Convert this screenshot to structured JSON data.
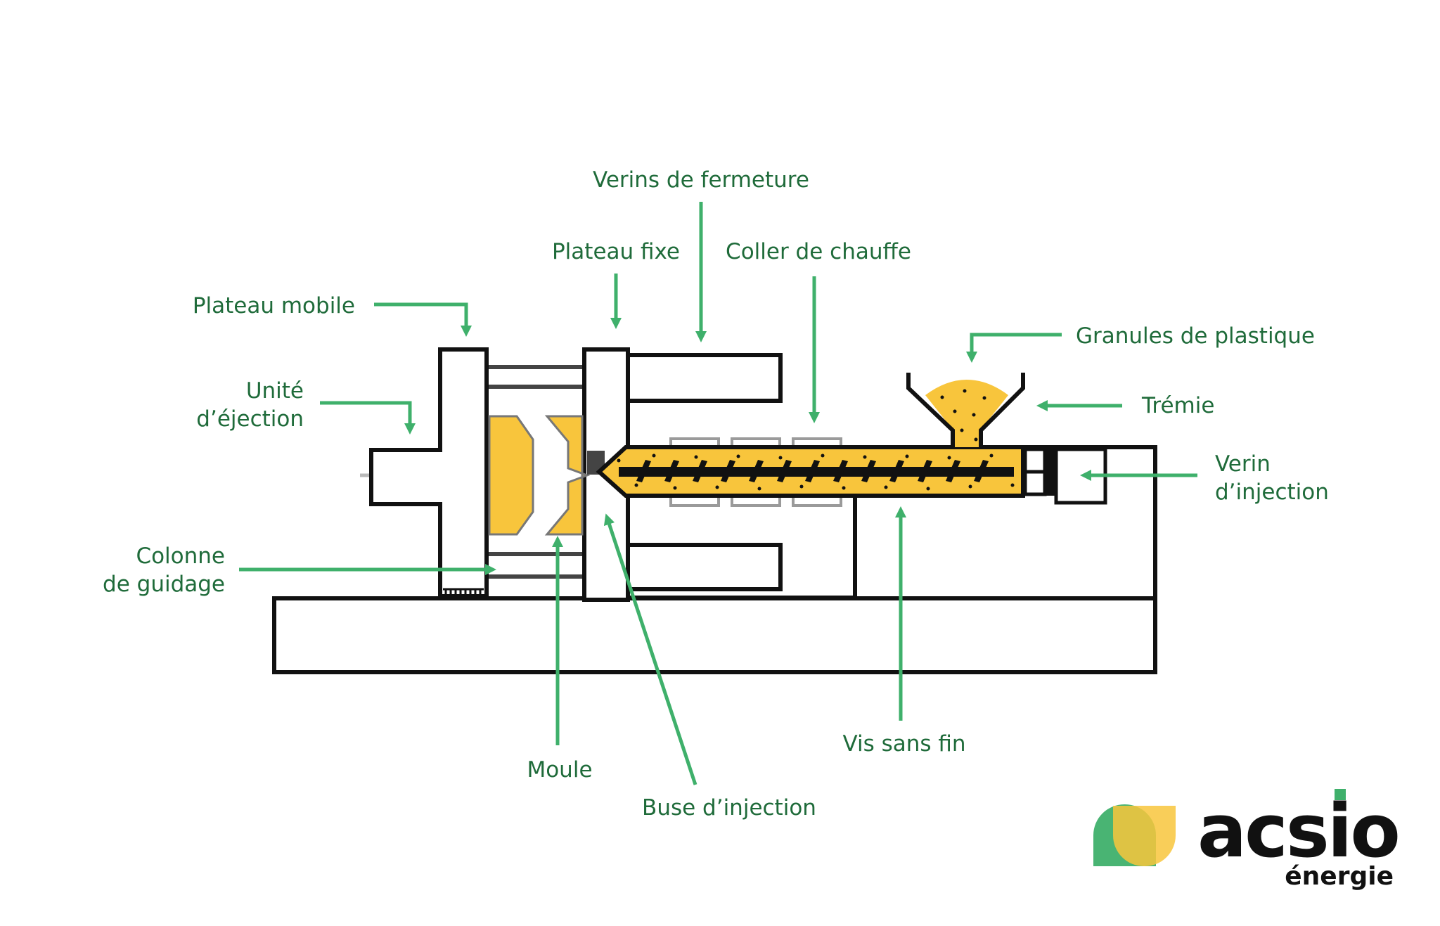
{
  "labels": {
    "verins_fermeture": "Verins de fermeture",
    "plateau_fixe": "Plateau fixe",
    "coller_chauffe": "Coller de chauffe",
    "plateau_mobile": "Plateau mobile",
    "granules": "Granules de plastique",
    "unite_ejection_1": "Unité",
    "unite_ejection_2": "d’éjection",
    "tremie": "Trémie",
    "verin_injection_1": "Verin",
    "verin_injection_2": "d’injection",
    "colonne_guidage_1": "Colonne",
    "colonne_guidage_2": "de guidage",
    "vis_sans_fin": "Vis sans fin",
    "moule": "Moule",
    "buse_injection": "Buse d’injection"
  },
  "logo": {
    "name": "acsio",
    "tagline": "énergie"
  },
  "colors": {
    "label_text": "#1f6b3a",
    "arrow": "#3fb06b",
    "plastic": "#f8c53c",
    "outline": "#111111",
    "logo_green": "#3fb06b",
    "logo_yellow": "#f8c53c"
  }
}
